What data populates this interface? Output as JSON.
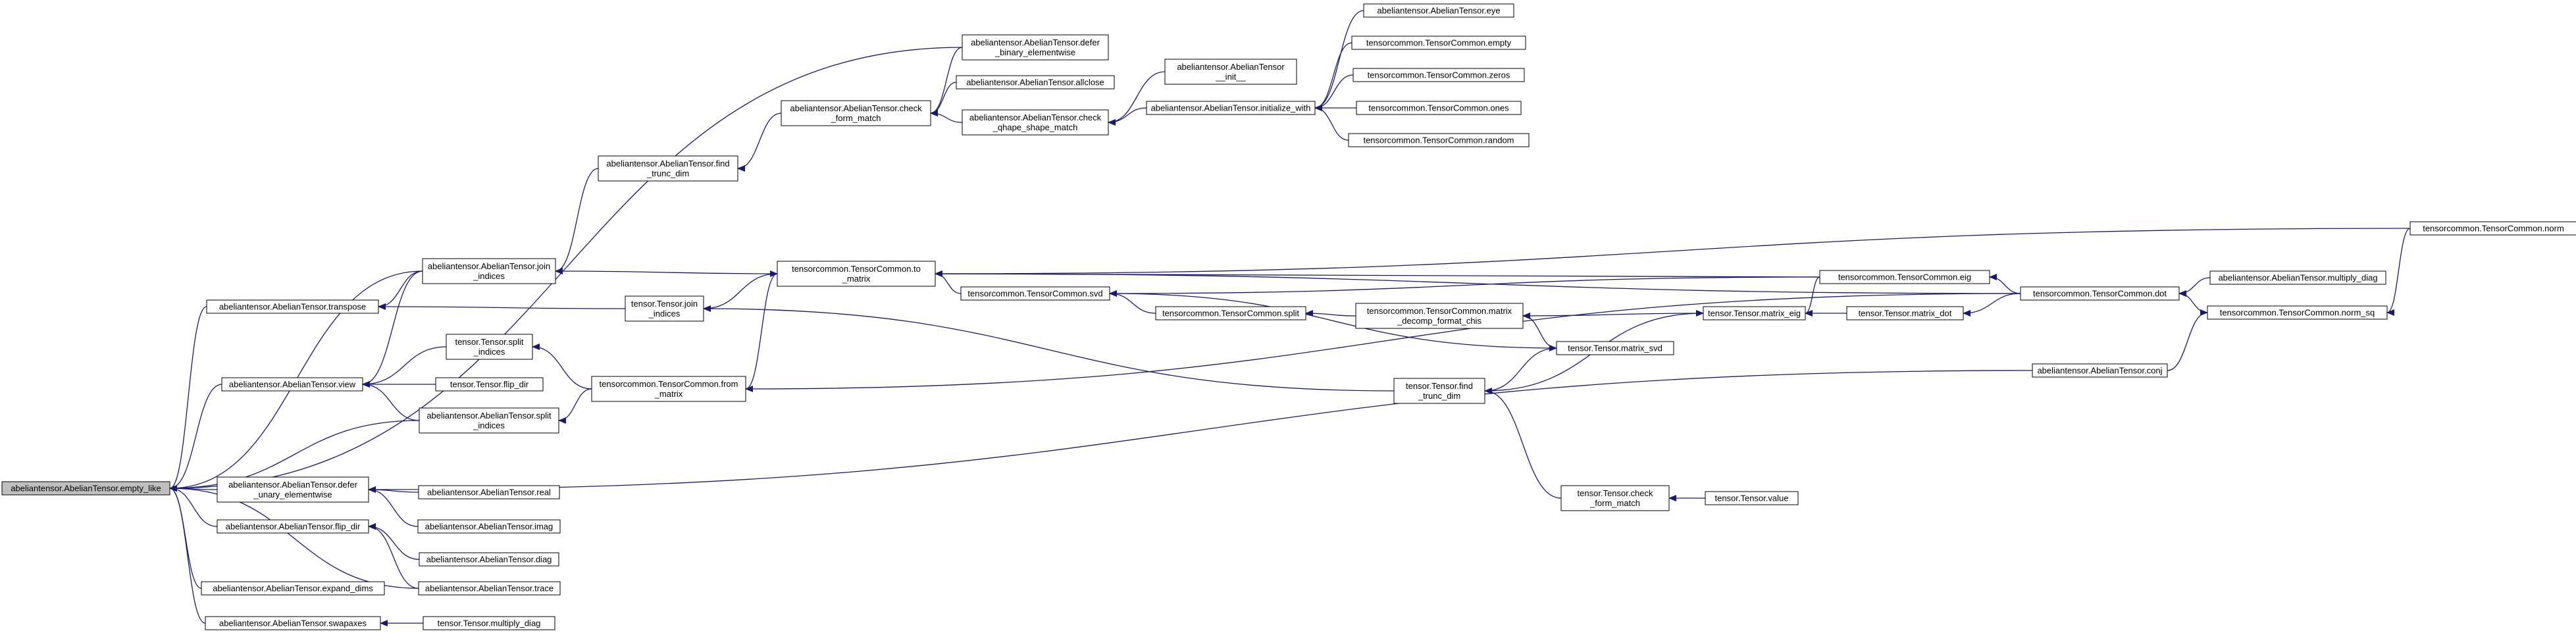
{
  "graph": {
    "edge_color": "#191970",
    "root_fill": "#bfbfbf",
    "nodes": [
      {
        "id": "empty_like",
        "lines": [
          "abeliantensor.AbelianTensor.empty_like"
        ],
        "root": true
      },
      {
        "id": "defer_binary",
        "lines": [
          "abeliantensor.AbelianTensor.defer",
          "_binary_elementwise"
        ]
      },
      {
        "id": "transpose",
        "lines": [
          "abeliantensor.AbelianTensor.transpose"
        ]
      },
      {
        "id": "view",
        "lines": [
          "abeliantensor.AbelianTensor.view"
        ]
      },
      {
        "id": "defer_unary",
        "lines": [
          "abeliantensor.AbelianTensor.defer",
          "_unary_elementwise"
        ]
      },
      {
        "id": "flip_dir_ab",
        "lines": [
          "abeliantensor.AbelianTensor.flip_dir"
        ]
      },
      {
        "id": "expand_dims",
        "lines": [
          "abeliantensor.AbelianTensor.expand_dims"
        ]
      },
      {
        "id": "swapaxes",
        "lines": [
          "abeliantensor.AbelianTensor.swapaxes"
        ]
      },
      {
        "id": "join_indices_ab",
        "lines": [
          "abeliantensor.AbelianTensor.join",
          "_indices"
        ]
      },
      {
        "id": "split_indices_ab",
        "lines": [
          "abeliantensor.AbelianTensor.split",
          "_indices"
        ]
      },
      {
        "id": "t_split_indices",
        "lines": [
          "tensor.Tensor.split",
          "_indices"
        ]
      },
      {
        "id": "t_flip_dir",
        "lines": [
          "tensor.Tensor.flip_dir"
        ]
      },
      {
        "id": "t_join_indices",
        "lines": [
          "tensor.Tensor.join",
          "_indices"
        ]
      },
      {
        "id": "real",
        "lines": [
          "abeliantensor.AbelianTensor.real"
        ]
      },
      {
        "id": "imag",
        "lines": [
          "abeliantensor.AbelianTensor.imag"
        ]
      },
      {
        "id": "diag",
        "lines": [
          "abeliantensor.AbelianTensor.diag"
        ]
      },
      {
        "id": "trace",
        "lines": [
          "abeliantensor.AbelianTensor.trace"
        ]
      },
      {
        "id": "t_multiply_diag",
        "lines": [
          "tensor.Tensor.multiply_diag"
        ]
      },
      {
        "id": "find_trunc_dim_ab",
        "lines": [
          "abeliantensor.AbelianTensor.find",
          "_trunc_dim"
        ]
      },
      {
        "id": "check_form_match_ab",
        "lines": [
          "abeliantensor.AbelianTensor.check",
          "_form_match"
        ]
      },
      {
        "id": "allclose",
        "lines": [
          "abeliantensor.AbelianTensor.allclose"
        ]
      },
      {
        "id": "check_shape",
        "lines": [
          "abeliantensor.AbelianTensor.check",
          "_qhape_shape_match"
        ]
      },
      {
        "id": "init",
        "lines": [
          "abeliantensor.AbelianTensor",
          "__init__"
        ]
      },
      {
        "id": "initialize_with",
        "lines": [
          "abeliantensor.AbelianTensor.initialize_with"
        ]
      },
      {
        "id": "eye",
        "lines": [
          "abeliantensor.AbelianTensor.eye"
        ]
      },
      {
        "id": "tc_empty",
        "lines": [
          "tensorcommon.TensorCommon.empty"
        ]
      },
      {
        "id": "tc_zeros",
        "lines": [
          "tensorcommon.TensorCommon.zeros"
        ]
      },
      {
        "id": "tc_ones",
        "lines": [
          "tensorcommon.TensorCommon.ones"
        ]
      },
      {
        "id": "tc_random",
        "lines": [
          "tensorcommon.TensorCommon.random"
        ]
      },
      {
        "id": "tc_to_matrix",
        "lines": [
          "tensorcommon.TensorCommon.to",
          "_matrix"
        ]
      },
      {
        "id": "tc_from_matrix",
        "lines": [
          "tensorcommon.TensorCommon.from",
          "_matrix"
        ]
      },
      {
        "id": "tc_svd",
        "lines": [
          "tensorcommon.TensorCommon.svd"
        ]
      },
      {
        "id": "tc_split",
        "lines": [
          "tensorcommon.TensorCommon.split"
        ]
      },
      {
        "id": "tc_matrix_decomp",
        "lines": [
          "tensorcommon.TensorCommon.matrix",
          "_decomp_format_chis"
        ]
      },
      {
        "id": "t_matrix_svd",
        "lines": [
          "tensor.Tensor.matrix_svd"
        ]
      },
      {
        "id": "t_find_trunc_dim",
        "lines": [
          "tensor.Tensor.find",
          "_trunc_dim"
        ]
      },
      {
        "id": "t_check_form_match",
        "lines": [
          "tensor.Tensor.check",
          "_form_match"
        ]
      },
      {
        "id": "t_value",
        "lines": [
          "tensor.Tensor.value"
        ]
      },
      {
        "id": "t_matrix_eig",
        "lines": [
          "tensor.Tensor.matrix_eig"
        ]
      },
      {
        "id": "t_matrix_dot",
        "lines": [
          "tensor.Tensor.matrix_dot"
        ]
      },
      {
        "id": "tc_eig",
        "lines": [
          "tensorcommon.TensorCommon.eig"
        ]
      },
      {
        "id": "tc_dot",
        "lines": [
          "tensorcommon.TensorCommon.dot"
        ]
      },
      {
        "id": "multiply_diag_ab",
        "lines": [
          "abeliantensor.AbelianTensor.multiply_diag"
        ]
      },
      {
        "id": "tc_norm_sq",
        "lines": [
          "tensorcommon.TensorCommon.norm_sq"
        ]
      },
      {
        "id": "tc_norm",
        "lines": [
          "tensorcommon.TensorCommon.norm"
        ]
      },
      {
        "id": "conj",
        "lines": [
          "abeliantensor.AbelianTensor.conj"
        ]
      }
    ]
  }
}
